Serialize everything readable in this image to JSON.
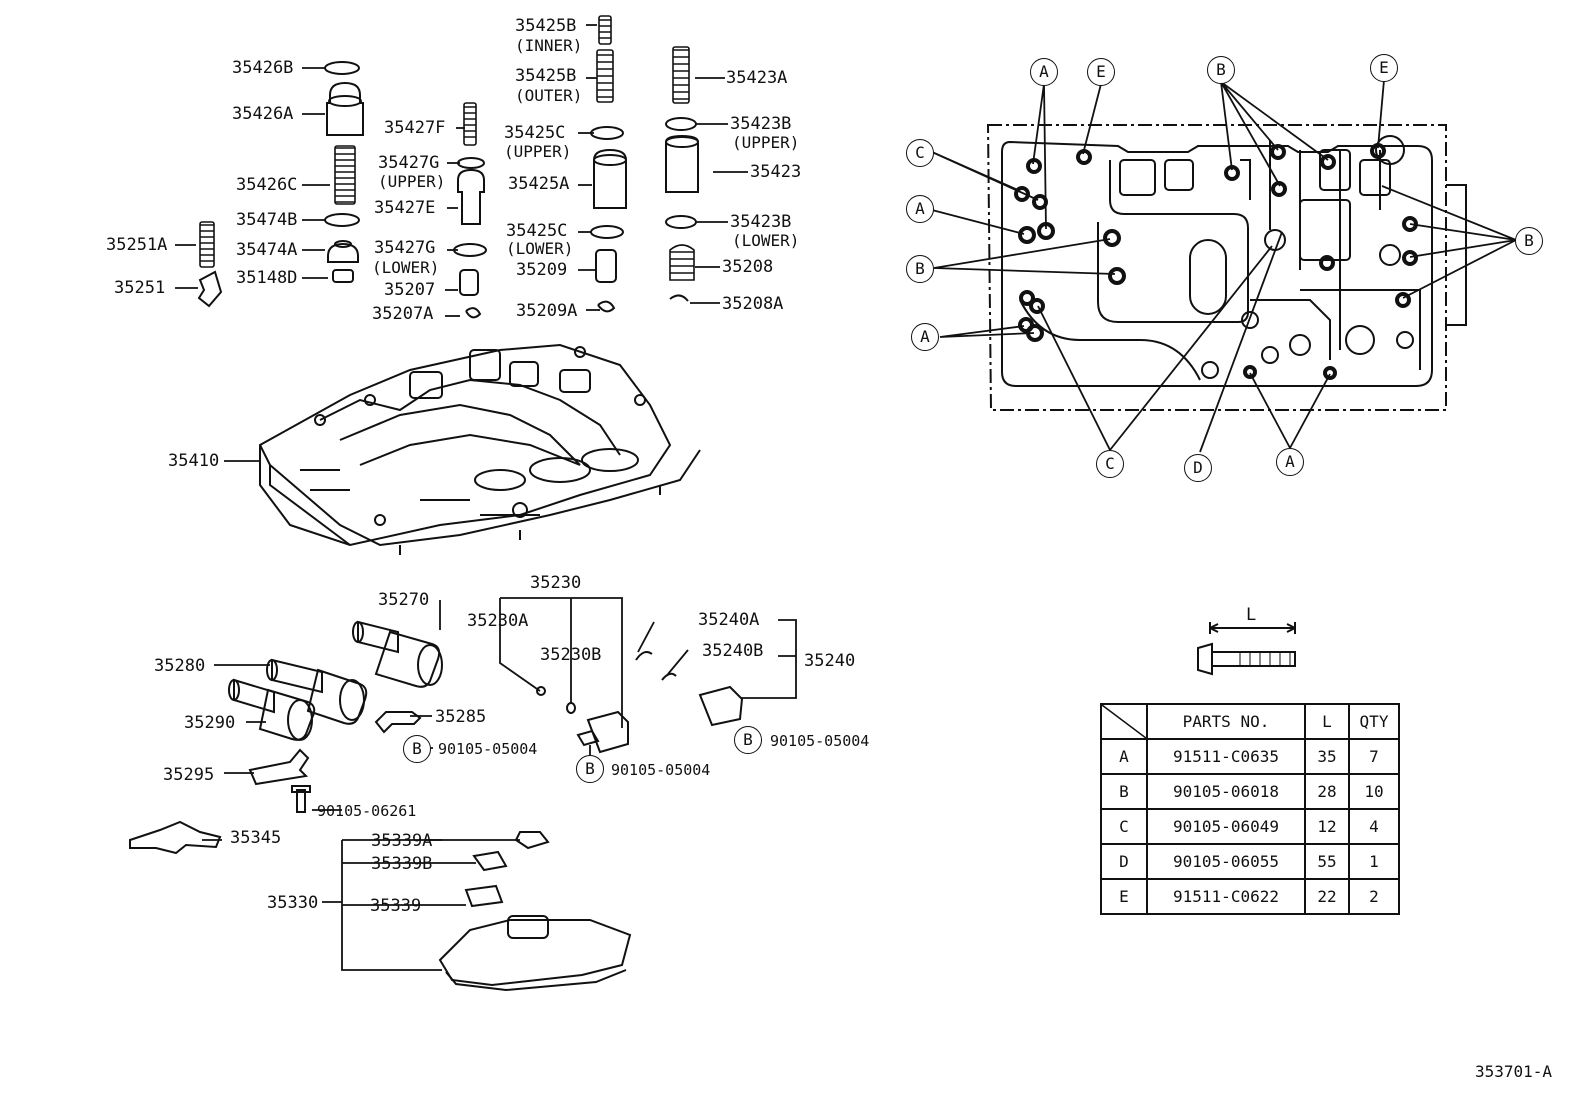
{
  "part_labels": [
    {
      "id": "35426B",
      "text": "35426B"
    },
    {
      "id": "35426A",
      "text": "35426A"
    },
    {
      "id": "35426C",
      "text": "35426C"
    },
    {
      "id": "35474B",
      "text": "35474B"
    },
    {
      "id": "35474A",
      "text": "35474A"
    },
    {
      "id": "35148D",
      "text": "35148D"
    },
    {
      "id": "35251A",
      "text": "35251A"
    },
    {
      "id": "35251",
      "text": "35251"
    },
    {
      "id": "35427F",
      "text": "35427F"
    },
    {
      "id": "35427G-upper",
      "text": "35427G"
    },
    {
      "id": "35427E",
      "text": "35427E"
    },
    {
      "id": "35427G-lower",
      "text": "35427G"
    },
    {
      "id": "35207",
      "text": "35207"
    },
    {
      "id": "35207A",
      "text": "35207A"
    },
    {
      "id": "35425B-inner",
      "text": "35425B"
    },
    {
      "id": "35425B-outer",
      "text": "35425B"
    },
    {
      "id": "35425C-upper",
      "text": "35425C"
    },
    {
      "id": "35425A",
      "text": "35425A"
    },
    {
      "id": "35425C-lower",
      "text": "35425C"
    },
    {
      "id": "35209",
      "text": "35209"
    },
    {
      "id": "35209A",
      "text": "35209A"
    },
    {
      "id": "35423A",
      "text": "35423A"
    },
    {
      "id": "35423B-upper",
      "text": "35423B"
    },
    {
      "id": "35423",
      "text": "35423"
    },
    {
      "id": "35423B-lower",
      "text": "35423B"
    },
    {
      "id": "35208",
      "text": "35208"
    },
    {
      "id": "35208A",
      "text": "35208A"
    },
    {
      "id": "35410",
      "text": "35410"
    },
    {
      "id": "35230",
      "text": "35230"
    },
    {
      "id": "35230A",
      "text": "35230A"
    },
    {
      "id": "35230B",
      "text": "35230B"
    },
    {
      "id": "35240A",
      "text": "35240A"
    },
    {
      "id": "35240B",
      "text": "35240B"
    },
    {
      "id": "35240",
      "text": "35240"
    },
    {
      "id": "35270",
      "text": "35270"
    },
    {
      "id": "35280",
      "text": "35280"
    },
    {
      "id": "35290",
      "text": "35290"
    },
    {
      "id": "35285",
      "text": "35285"
    },
    {
      "id": "35295",
      "text": "35295"
    },
    {
      "id": "35345",
      "text": "35345"
    },
    {
      "id": "35339A",
      "text": "35339A"
    },
    {
      "id": "35339B",
      "text": "35339B"
    },
    {
      "id": "35339",
      "text": "35339"
    },
    {
      "id": "35330",
      "text": "35330"
    },
    {
      "id": "bolt-1",
      "text": "90105-05004"
    },
    {
      "id": "bolt-2",
      "text": "90105-05004"
    },
    {
      "id": "bolt-3",
      "text": "90105-05004"
    },
    {
      "id": "bolt-4",
      "text": "90105-06261"
    }
  ],
  "sub_labels": {
    "inner": "(INNER)",
    "outer": "(OUTER)",
    "upper": "(UPPER)",
    "lower": "(LOWER)"
  },
  "bolt_letters": {
    "A": "A",
    "B": "B",
    "C": "C",
    "D": "D",
    "E": "E"
  },
  "length_label": "L",
  "table": {
    "headers": [
      "PARTS NO.",
      "L",
      "QTY"
    ],
    "rows": [
      {
        "letter": "A",
        "part": "91511-C0635",
        "l": "35",
        "qty": "7"
      },
      {
        "letter": "B",
        "part": "90105-06018",
        "l": "28",
        "qty": "10"
      },
      {
        "letter": "C",
        "part": "90105-06049",
        "l": "12",
        "qty": "4"
      },
      {
        "letter": "D",
        "part": "90105-06055",
        "l": "55",
        "qty": "1"
      },
      {
        "letter": "E",
        "part": "91511-C0622",
        "l": "22",
        "qty": "2"
      }
    ]
  },
  "diagram_code": "353701-A"
}
